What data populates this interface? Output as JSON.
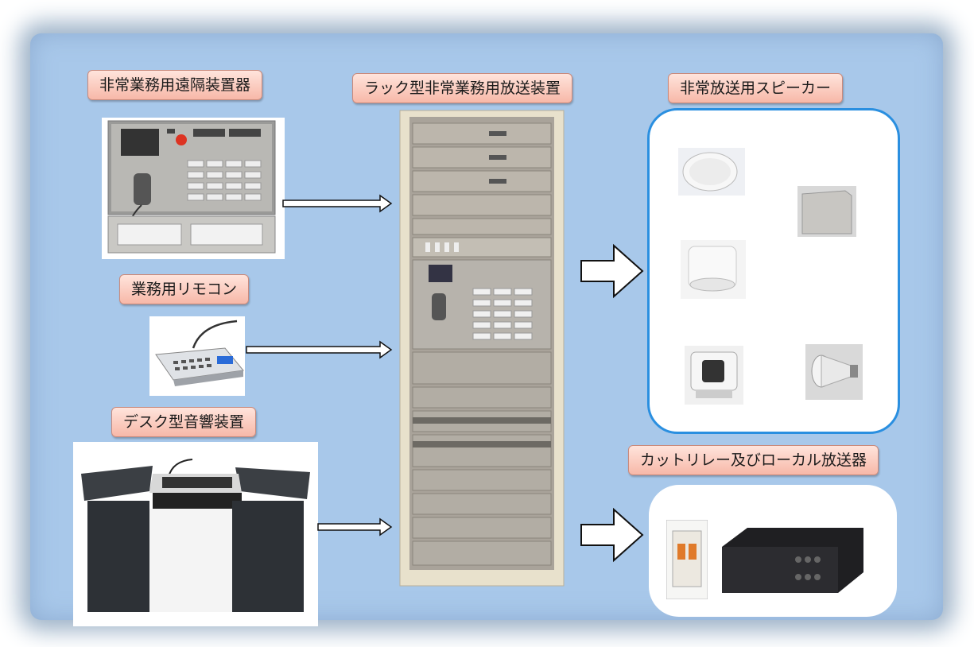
{
  "labels": {
    "remote_unit": "非常業務用遠隔装置器",
    "rack_unit": "ラック型非常業務用放送装置",
    "speakers": "非常放送用スピーカー",
    "remote_control": "業務用リモコン",
    "desk_unit": "デスク型音響装置",
    "cut_relay": "カットリレー及びローカル放送器"
  },
  "colors": {
    "background": "#a8c8ea",
    "label_fill": "#f7b8a8",
    "speaker_box_border": "#2a8fe0"
  }
}
